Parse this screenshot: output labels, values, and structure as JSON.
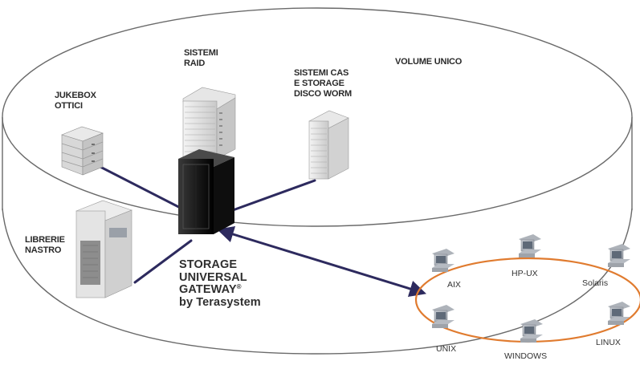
{
  "storage_labels": {
    "sistemi_raid": [
      "SISTEMI",
      "RAID"
    ],
    "sistemi_cas": [
      "SISTEMI CAS",
      "E STORAGE",
      "DISCO WORM"
    ],
    "volume_unico": "VOLUME UNICO",
    "jukebox": [
      "JUKEBOX",
      "OTTICI"
    ],
    "librerie": [
      "LIBRERIE",
      "NASTRO"
    ]
  },
  "gateway": {
    "line1": "STORAGE",
    "line2": "UNIVERSAL",
    "line3": "GATEWAY",
    "registered": "®",
    "line4": "by Terasystem"
  },
  "clients": {
    "aix": "AIX",
    "hpux": "HP-UX",
    "solaris": "Solaris",
    "unix": "UNIX",
    "windows": "WINDOWS",
    "linux": "LINUX"
  },
  "colors": {
    "connector": "#2d2a5e",
    "client_ring": "#e07b2f",
    "volume_outline": "#555555"
  }
}
